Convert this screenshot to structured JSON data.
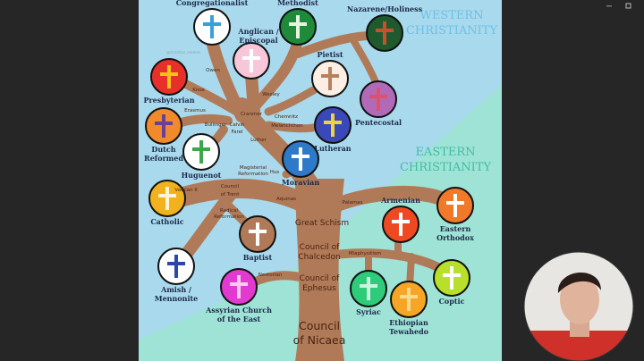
{
  "window": {
    "controls": [
      "minimize-button",
      "restore-button"
    ]
  },
  "diagram": {
    "headings": {
      "western": [
        "WESTERN",
        "CHRISTIANITY"
      ],
      "eastern": [
        "EASTERN",
        "CHRISTIANITY"
      ],
      "western_color": "#6cc0e6",
      "eastern_color": "#3dbfa5"
    },
    "watermark": "@christian_memes",
    "colors": {
      "sky": "#a9d9ec",
      "east": "#9fe3d6",
      "trunk": "#b07a58"
    },
    "nodes": [
      {
        "id": "congregationalist",
        "label": [
          "Congregationalist"
        ],
        "color": "#ffffff",
        "symbol": "#3aa0d8"
      },
      {
        "id": "methodist",
        "label": [
          "Methodist"
        ],
        "color": "#1f8a3a",
        "symbol": "#e8f2e0"
      },
      {
        "id": "nazarene",
        "label": [
          "Nazarene/Holiness"
        ],
        "color": "#1e5a2e",
        "symbol": "#c8502c"
      },
      {
        "id": "anglican",
        "label": [
          "Anglican /",
          "Episcopal"
        ],
        "color": "#f7c6d8",
        "symbol": "#ffffff"
      },
      {
        "id": "presbyterian",
        "label": [
          "Presbyterian"
        ],
        "color": "#e8302a",
        "symbol": "#f2c21a"
      },
      {
        "id": "pietist",
        "label": [
          "Pietist"
        ],
        "color": "#fbeee4",
        "symbol": "#b9805c"
      },
      {
        "id": "pentecostal",
        "label": [
          "Pentecostal"
        ],
        "color": "#b06ab8",
        "symbol": "#e0506a"
      },
      {
        "id": "dutch-reformed",
        "label": [
          "Dutch",
          "Reformed"
        ],
        "color": "#f08a2a",
        "symbol": "#6a3f98"
      },
      {
        "id": "lutheran",
        "label": [
          "Lutheran"
        ],
        "color": "#3a48b8",
        "symbol": "#f2d23a"
      },
      {
        "id": "huguenot",
        "label": [
          "Huguenot"
        ],
        "color": "#ffffff",
        "symbol": "#3aa84a"
      },
      {
        "id": "moravian",
        "label": [
          "Moravian"
        ],
        "color": "#2f7ac8",
        "symbol": "#ffffff"
      },
      {
        "id": "catholic",
        "label": [
          "Catholic"
        ],
        "color": "#f2b21e",
        "symbol": "#fff4d8"
      },
      {
        "id": "baptist",
        "label": [
          "Baptist"
        ],
        "color": "#b07a58",
        "symbol": "#ffffff"
      },
      {
        "id": "amish",
        "label": [
          "Amish /",
          "Mennonite"
        ],
        "color": "#ffffff",
        "symbol": "#2a48a8"
      },
      {
        "id": "assyrian",
        "label": [
          "Assyrian Church",
          "of the East"
        ],
        "color": "#e23ad0",
        "symbol": "#f8c8f0"
      },
      {
        "id": "armenian",
        "label": [
          "Armenian"
        ],
        "color": "#ee4a22",
        "symbol": "#ffffff"
      },
      {
        "id": "eastern-orthodox",
        "label": [
          "Eastern",
          "Orthodox"
        ],
        "color": "#f07a2a",
        "symbol": "#ffffff"
      },
      {
        "id": "syriac",
        "label": [
          "Syriac"
        ],
        "color": "#2ecc7a",
        "symbol": "#c8f5de"
      },
      {
        "id": "ethiopian",
        "label": [
          "Ethiopian",
          "Tewahedo"
        ],
        "color": "#f5a624",
        "symbol": "#fbd890"
      },
      {
        "id": "coptic",
        "label": [
          "Coptic"
        ],
        "color": "#b8e02a",
        "symbol": "#ffffff"
      }
    ],
    "branch_labels": [
      "Owen",
      "Knox",
      "Erasmus",
      "Wesley",
      "Cranmer",
      "Chemnitz",
      "Bullinger",
      "Calvin",
      "Farel",
      "Luther",
      "Melanchthon",
      "Magisterial",
      "Reformation",
      "Hus",
      "Vatican II",
      "Aquinas",
      "Radical",
      "Reformation",
      "Nestorian",
      "Palamas",
      "Miaphysitism"
    ],
    "councils": {
      "trent": [
        "Council",
        "of Trent"
      ],
      "schism": "Great Schism",
      "chalcedon": [
        "Council of",
        "Chalcedon"
      ],
      "ephesus": [
        "Council of",
        "Ephesus"
      ],
      "nicaea": [
        "Council",
        "of Nicaea"
      ]
    }
  }
}
